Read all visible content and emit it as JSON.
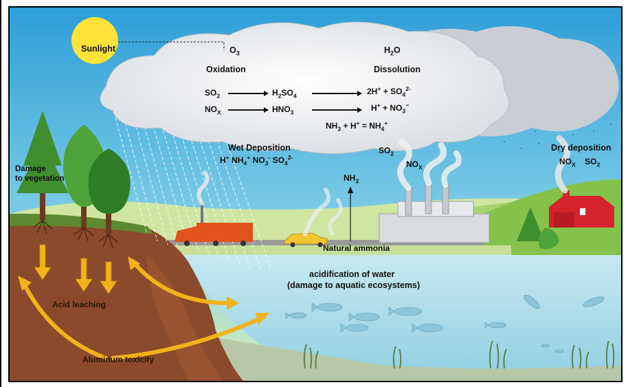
{
  "labels": {
    "sunlight": "Sunlight",
    "o3": "O",
    "o3_sub": "3",
    "oxidation": "Oxidation",
    "h2o_h": "H",
    "h2o_sub": "2",
    "h2o_o": "O",
    "dissolution": "Dissolution",
    "wet_deposition": "Wet Deposition",
    "dry_deposition": "Dry deposition",
    "damage_vegetation_1": "Damage",
    "damage_vegetation_2": "to vegetation",
    "nh3": "NH",
    "nh3_sub": "3",
    "natural_ammonia": "Natural ammonia",
    "acidification_1": "acidification of water",
    "acidification_2": "(damage to aquatic ecosystems)",
    "acid_leaching": "Acid leaching",
    "aluminum_toxicity": "Aluminum toxicity",
    "so2_stack": "SO",
    "so2_stack_sub": "2",
    "nox_stack": "NO",
    "nox_stack_sub": "X",
    "dry_nox": "NO",
    "dry_nox_sub": "X",
    "dry_so2": "SO",
    "dry_so2_sub": "2"
  },
  "equations": {
    "so2": {
      "a": "SO",
      "a_sub": "2",
      "b": "H",
      "b_sub1": "2",
      "b2": "SO",
      "b_sub2": "4",
      "c": "2H",
      "c_sup": "+",
      "c2": " + SO",
      "c_sub": "4",
      "c_sup2": "2-"
    },
    "nox": {
      "a": "NO",
      "a_sub": "X",
      "b": "HNO",
      "b_sub": "3",
      "c": "H",
      "c_sup": "+",
      "c2": " + NO",
      "c_sub": "3",
      "c_sup2": "−"
    },
    "nh3": {
      "a": "NH",
      "a_sub": "3",
      "b": " + H",
      "b_sup": "+",
      "c": " = NH",
      "c_sub": "4",
      "c_sup": "+"
    },
    "wet": {
      "a": "H",
      "a_sup": "+",
      "b": " NH",
      "b_sub": "4",
      "b_sup": "+",
      "c": " NO",
      "c_sub": "3",
      "c_sup": "-",
      "d": " SO",
      "d_sub": "4",
      "d_sup": "2-"
    }
  },
  "colors": {
    "sky_top": "#2e9fd8",
    "sky_bottom": "#bde6c4",
    "soil": "#8b4a2b",
    "water": "#a9d8e8",
    "arrows": "#f2b21b",
    "sun": "#ffe23a",
    "truck": "#e2521d",
    "car": "#f2c531",
    "barn": "#d6242c"
  }
}
